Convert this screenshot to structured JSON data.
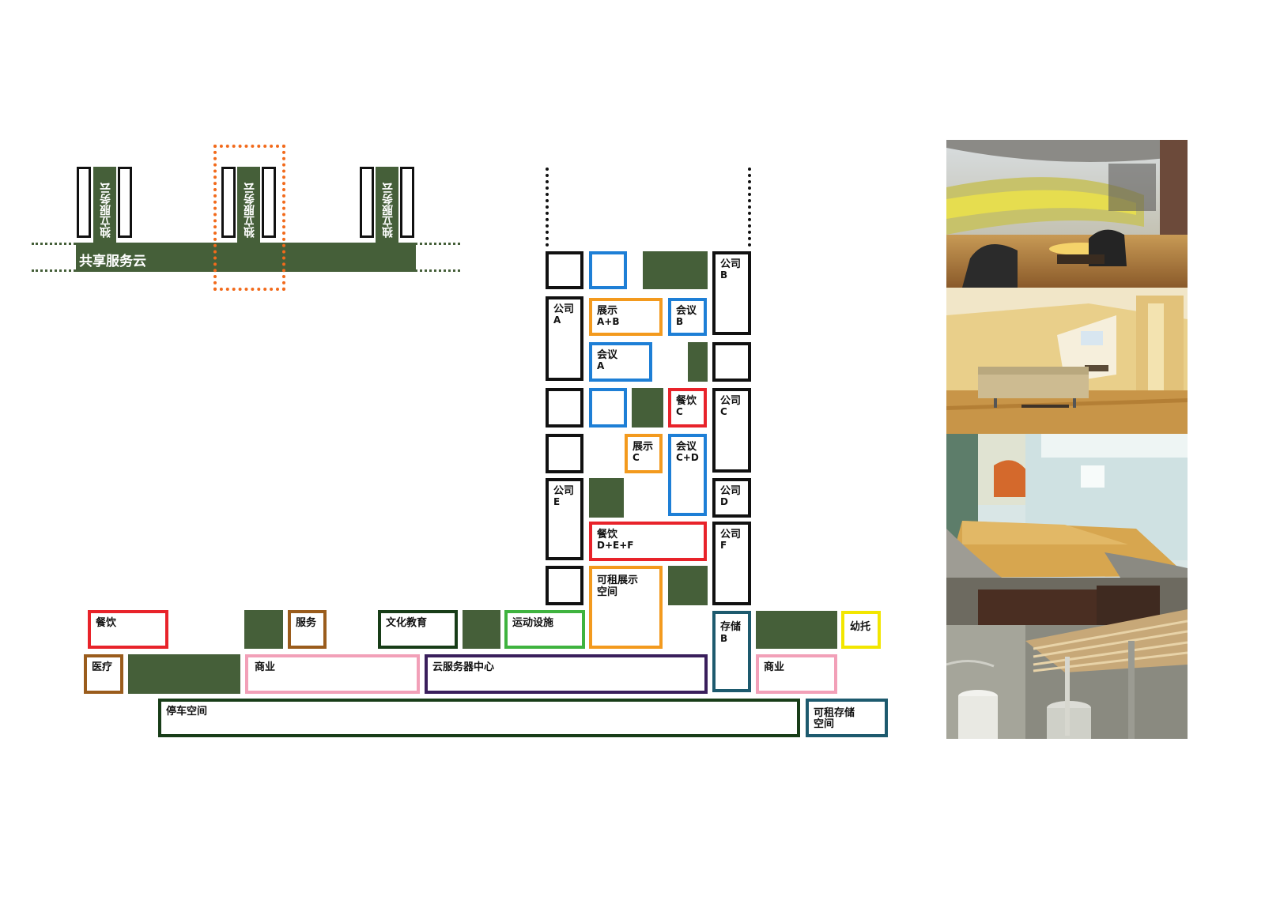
{
  "left_diagram": {
    "independent_label": "独立服务云",
    "shared_label": "共享服务云"
  },
  "rooms": {
    "company_a": [
      "公司",
      "A"
    ],
    "company_b": [
      "公司",
      "B"
    ],
    "company_c": [
      "公司",
      "C"
    ],
    "company_d": [
      "公司",
      "D"
    ],
    "company_e": [
      "公司",
      "E"
    ],
    "company_f": [
      "公司",
      "F"
    ],
    "exhibit_ab": [
      "展示",
      "A+B"
    ],
    "meeting_b": [
      "会议",
      "B"
    ],
    "meeting_a": [
      "会议",
      "A"
    ],
    "dining_c": [
      "餐饮",
      "C"
    ],
    "exhibit_c": [
      "展示",
      "C"
    ],
    "meeting_cd": [
      "会议",
      "C+D"
    ],
    "dining_def": [
      "餐饮",
      "D+E+F"
    ],
    "rental_exhibit": [
      "可租展示",
      "空间"
    ],
    "storage_b": [
      "存储",
      "B"
    ],
    "dining": "餐饮",
    "service": "服务",
    "culture_edu": "文化教育",
    "sports": "运动设施",
    "childcare": "幼托",
    "medical": "医疗",
    "commerce_left": "商业",
    "cloud_center": "云服务器中心",
    "commerce_right": "商业",
    "parking": "停车空间",
    "rental_storage": [
      "可租存储",
      "空间"
    ]
  },
  "colors": {
    "green": "#455f39",
    "black": "#111111",
    "blue": "#1e7fd6",
    "orange": "#f39a1e",
    "red": "#e8232a",
    "brown": "#9a5c1c",
    "darkgreen": "#183d18",
    "lightgreen": "#3fb33f",
    "yellow": "#f2e600",
    "pink": "#f2a0b8",
    "purple": "#3a1f5c",
    "teal": "#1d5a6e",
    "dotted_orange": "#f26a1b"
  }
}
